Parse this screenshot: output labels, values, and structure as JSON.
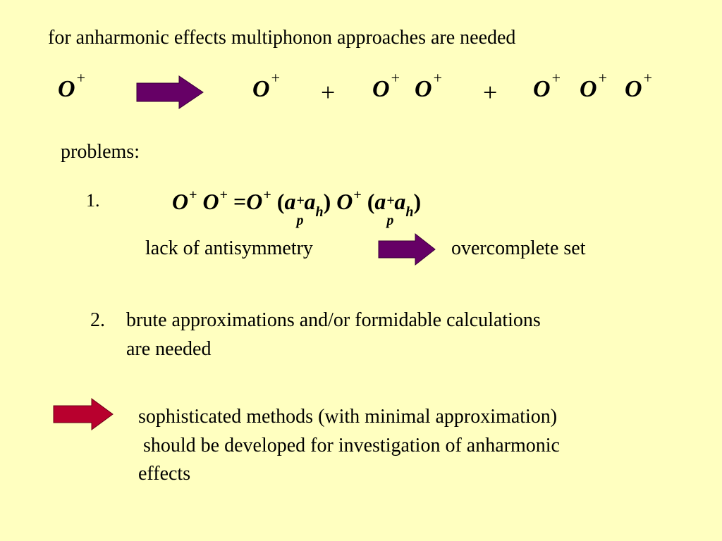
{
  "background": "#FFFFC0",
  "colors": {
    "arrow_purple": "#660066",
    "arrow_red": "#B8002E"
  },
  "heading": "for anharmonic effects multiphonon approaches are needed",
  "expansion": {
    "lhs": "O",
    "sup": "+",
    "plus": "+"
  },
  "problems_label": "problems:",
  "problem1": {
    "number": "1.",
    "O": "O",
    "a": "a",
    "sup": "+",
    "sub_p": "p",
    "sub_h": "h",
    "equals": "=",
    "open_paren": "(",
    "close_paren": ")",
    "left_text": "lack of antisymmetry",
    "right_text": "overcomplete set"
  },
  "problem2": {
    "number": "2.",
    "line1": "brute approximations  and/or formidable calculations",
    "line2": "are needed"
  },
  "conclusion": {
    "line1": "sophisticated methods (with minimal approximation)",
    "line2": " should be developed for investigation of anharmonic",
    "line3": "effects"
  }
}
